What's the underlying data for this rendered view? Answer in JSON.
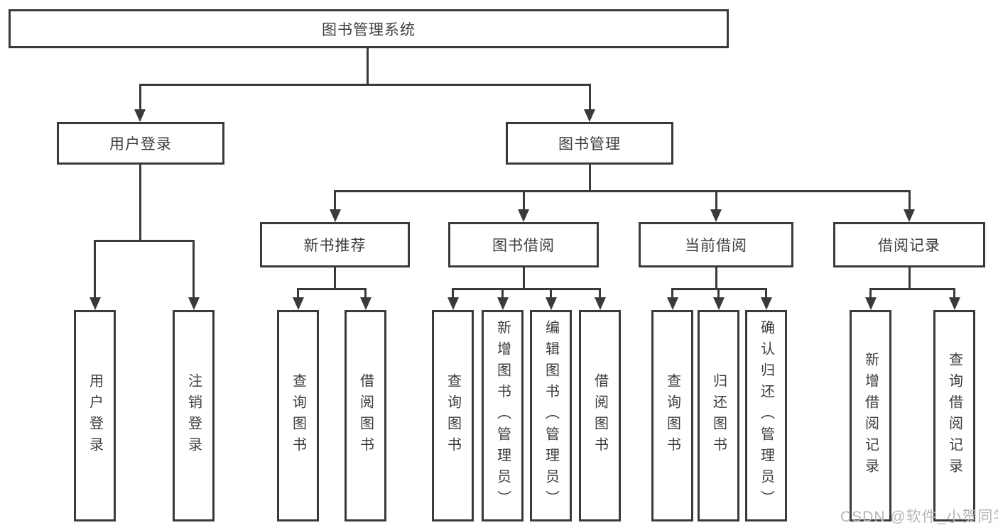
{
  "diagram": {
    "root": {
      "label": "图书管理系统"
    },
    "branches": [
      {
        "label": "用户登录",
        "leaves": [
          {
            "label": "用户登录"
          },
          {
            "label": "注销登录"
          }
        ]
      },
      {
        "label": "图书管理",
        "sections": [
          {
            "label": "新书推荐",
            "leaves": [
              {
                "label": "查询图书"
              },
              {
                "label": "借阅图书"
              }
            ]
          },
          {
            "label": "图书借阅",
            "leaves": [
              {
                "label": "查询图书"
              },
              {
                "label": "新增图书（管理员）"
              },
              {
                "label": "编辑图书（管理员）"
              },
              {
                "label": "借阅图书"
              }
            ]
          },
          {
            "label": "当前借阅",
            "leaves": [
              {
                "label": "查询图书"
              },
              {
                "label": "归还图书"
              },
              {
                "label": "确认归还（管理员）"
              }
            ]
          },
          {
            "label": "借阅记录",
            "leaves": [
              {
                "label": "新增借阅记录"
              },
              {
                "label": "查询借阅记录"
              }
            ]
          }
        ]
      }
    ],
    "watermark": "CSDN @软件_小贺同学",
    "colors": {
      "line": "#3a3a3a",
      "text": "#3d3d3d",
      "background": "#ffffff",
      "watermark": "#b6b6b6"
    }
  }
}
